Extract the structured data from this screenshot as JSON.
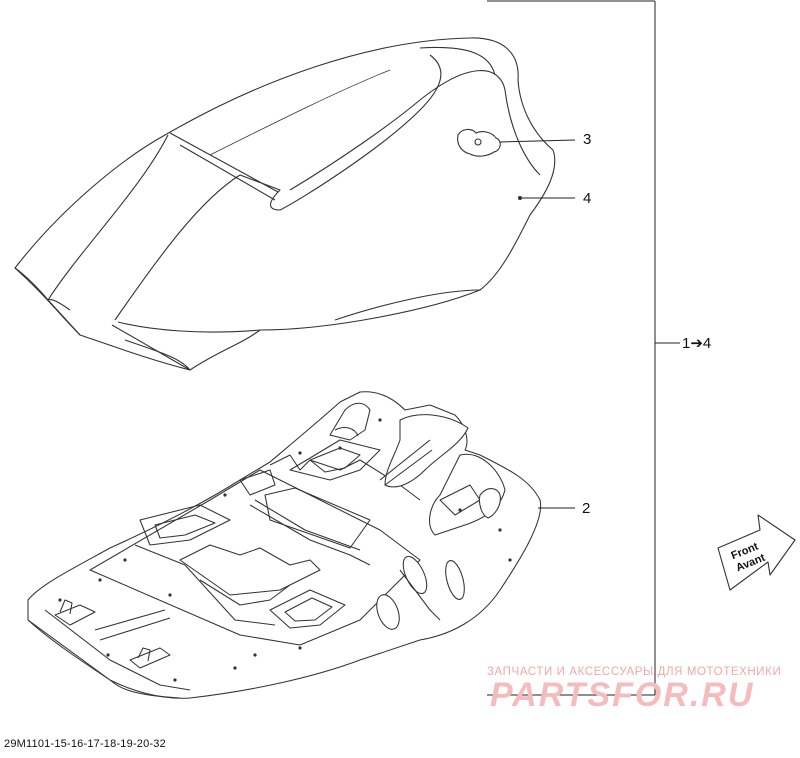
{
  "callouts": {
    "c1": "1➔4",
    "c2": "2",
    "c3": "3",
    "c4": "4"
  },
  "front_arrow": {
    "line1": "Front",
    "line2": "Avant"
  },
  "part_code": "29M1101-15-16-17-18-19-20-32",
  "watermark": {
    "tagline": "ЗАПЧАСТИ И АКСЕССУАРЫ ДЛЯ МОТОТЕХНИКИ",
    "brand": "PARTSFOR.RU"
  }
}
